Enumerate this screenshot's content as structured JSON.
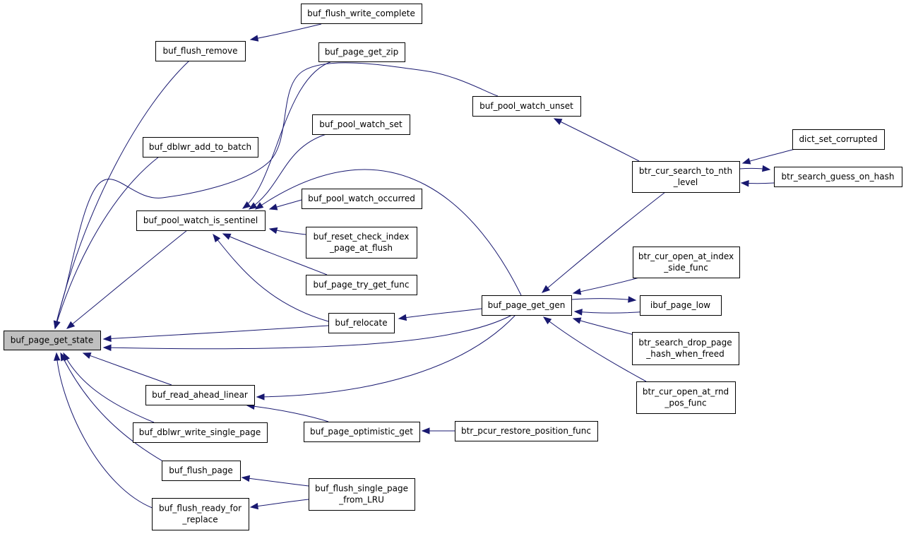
{
  "graph": {
    "nodes": [
      {
        "id": "buf_page_get_state",
        "lines": [
          "buf_page_get_state"
        ],
        "highlight": true
      },
      {
        "id": "buf_flush_write_complete",
        "lines": [
          "buf_flush_write_complete"
        ]
      },
      {
        "id": "buf_flush_remove",
        "lines": [
          "buf_flush_remove"
        ]
      },
      {
        "id": "buf_page_get_zip",
        "lines": [
          "buf_page_get_zip"
        ]
      },
      {
        "id": "buf_pool_watch_unset",
        "lines": [
          "buf_pool_watch_unset"
        ]
      },
      {
        "id": "buf_pool_watch_set",
        "lines": [
          "buf_pool_watch_set"
        ]
      },
      {
        "id": "buf_dblwr_add_to_batch",
        "lines": [
          "buf_dblwr_add_to_batch"
        ]
      },
      {
        "id": "dict_set_corrupted",
        "lines": [
          "dict_set_corrupted"
        ]
      },
      {
        "id": "btr_cur_search_to_nth_level",
        "lines": [
          "btr_cur_search_to_nth",
          "_level"
        ]
      },
      {
        "id": "btr_search_guess_on_hash",
        "lines": [
          "btr_search_guess_on_hash"
        ]
      },
      {
        "id": "buf_pool_watch_occurred",
        "lines": [
          "buf_pool_watch_occurred"
        ]
      },
      {
        "id": "buf_pool_watch_is_sentinel",
        "lines": [
          "buf_pool_watch_is_sentinel"
        ]
      },
      {
        "id": "buf_reset_check_index_page_at_flush",
        "lines": [
          "buf_reset_check_index",
          "_page_at_flush"
        ]
      },
      {
        "id": "btr_cur_open_at_index_side_func",
        "lines": [
          "btr_cur_open_at_index",
          "_side_func"
        ]
      },
      {
        "id": "buf_page_try_get_func",
        "lines": [
          "buf_page_try_get_func"
        ]
      },
      {
        "id": "buf_page_get_gen",
        "lines": [
          "buf_page_get_gen"
        ]
      },
      {
        "id": "ibuf_page_low",
        "lines": [
          "ibuf_page_low"
        ]
      },
      {
        "id": "buf_relocate",
        "lines": [
          "buf_relocate"
        ]
      },
      {
        "id": "btr_search_drop_page_hash_when_freed",
        "lines": [
          "btr_search_drop_page",
          "_hash_when_freed"
        ]
      },
      {
        "id": "buf_read_ahead_linear",
        "lines": [
          "buf_read_ahead_linear"
        ]
      },
      {
        "id": "btr_cur_open_at_rnd_pos_func",
        "lines": [
          "btr_cur_open_at_rnd",
          "_pos_func"
        ]
      },
      {
        "id": "buf_dblwr_write_single_page",
        "lines": [
          "buf_dblwr_write_single_page"
        ]
      },
      {
        "id": "buf_page_optimistic_get",
        "lines": [
          "buf_page_optimistic_get"
        ]
      },
      {
        "id": "btr_pcur_restore_position_func",
        "lines": [
          "btr_pcur_restore_position_func"
        ]
      },
      {
        "id": "buf_flush_page",
        "lines": [
          "buf_flush_page"
        ]
      },
      {
        "id": "buf_flush_single_page_from_LRU",
        "lines": [
          "buf_flush_single_page",
          "_from_LRU"
        ]
      },
      {
        "id": "buf_flush_ready_for_replace",
        "lines": [
          "buf_flush_ready_for",
          "_replace"
        ]
      }
    ],
    "edges": [
      {
        "from": "buf_flush_write_complete",
        "to": "buf_flush_remove"
      },
      {
        "from": "buf_flush_remove",
        "to": "buf_page_get_state"
      },
      {
        "from": "buf_dblwr_add_to_batch",
        "to": "buf_page_get_state"
      },
      {
        "from": "buf_page_get_zip",
        "to": "buf_pool_watch_is_sentinel"
      },
      {
        "from": "buf_pool_watch_unset",
        "to": "buf_page_get_state"
      },
      {
        "from": "buf_pool_watch_set",
        "to": "buf_pool_watch_is_sentinel"
      },
      {
        "from": "buf_page_get_gen",
        "to": "buf_pool_watch_is_sentinel"
      },
      {
        "from": "buf_pool_watch_occurred",
        "to": "buf_pool_watch_is_sentinel"
      },
      {
        "from": "buf_reset_check_index_page_at_flush",
        "to": "buf_pool_watch_is_sentinel"
      },
      {
        "from": "buf_page_try_get_func",
        "to": "buf_pool_watch_is_sentinel"
      },
      {
        "from": "buf_relocate",
        "to": "buf_pool_watch_is_sentinel"
      },
      {
        "from": "buf_pool_watch_is_sentinel",
        "to": "buf_page_get_state"
      },
      {
        "from": "buf_relocate",
        "to": "buf_page_get_state"
      },
      {
        "from": "buf_page_get_gen",
        "to": "buf_page_get_state"
      },
      {
        "from": "buf_page_get_gen",
        "to": "buf_relocate"
      },
      {
        "from": "btr_cur_search_to_nth_level",
        "to": "buf_pool_watch_unset"
      },
      {
        "from": "dict_set_corrupted",
        "to": "btr_cur_search_to_nth_level"
      },
      {
        "from": "btr_search_guess_on_hash",
        "to": "btr_cur_search_to_nth_level"
      },
      {
        "from": "btr_cur_search_to_nth_level",
        "to": "btr_search_guess_on_hash"
      },
      {
        "from": "btr_cur_search_to_nth_level",
        "to": "buf_page_get_gen"
      },
      {
        "from": "btr_cur_open_at_index_side_func",
        "to": "buf_page_get_gen"
      },
      {
        "from": "ibuf_page_low",
        "to": "buf_page_get_gen"
      },
      {
        "from": "buf_page_get_gen",
        "to": "ibuf_page_low"
      },
      {
        "from": "btr_search_drop_page_hash_when_freed",
        "to": "buf_page_get_gen"
      },
      {
        "from": "btr_cur_open_at_rnd_pos_func",
        "to": "buf_page_get_gen"
      },
      {
        "from": "buf_page_get_gen",
        "to": "buf_read_ahead_linear"
      },
      {
        "from": "buf_read_ahead_linear",
        "to": "buf_page_get_state"
      },
      {
        "from": "buf_page_optimistic_get",
        "to": "buf_read_ahead_linear"
      },
      {
        "from": "btr_pcur_restore_position_func",
        "to": "buf_page_optimistic_get"
      },
      {
        "from": "buf_dblwr_write_single_page",
        "to": "buf_page_get_state"
      },
      {
        "from": "buf_flush_single_page_from_LRU",
        "to": "buf_flush_page"
      },
      {
        "from": "buf_flush_page",
        "to": "buf_page_get_state"
      },
      {
        "from": "buf_flush_single_page_from_LRU",
        "to": "buf_flush_ready_for_replace"
      },
      {
        "from": "buf_flush_ready_for_replace",
        "to": "buf_page_get_state"
      }
    ]
  }
}
